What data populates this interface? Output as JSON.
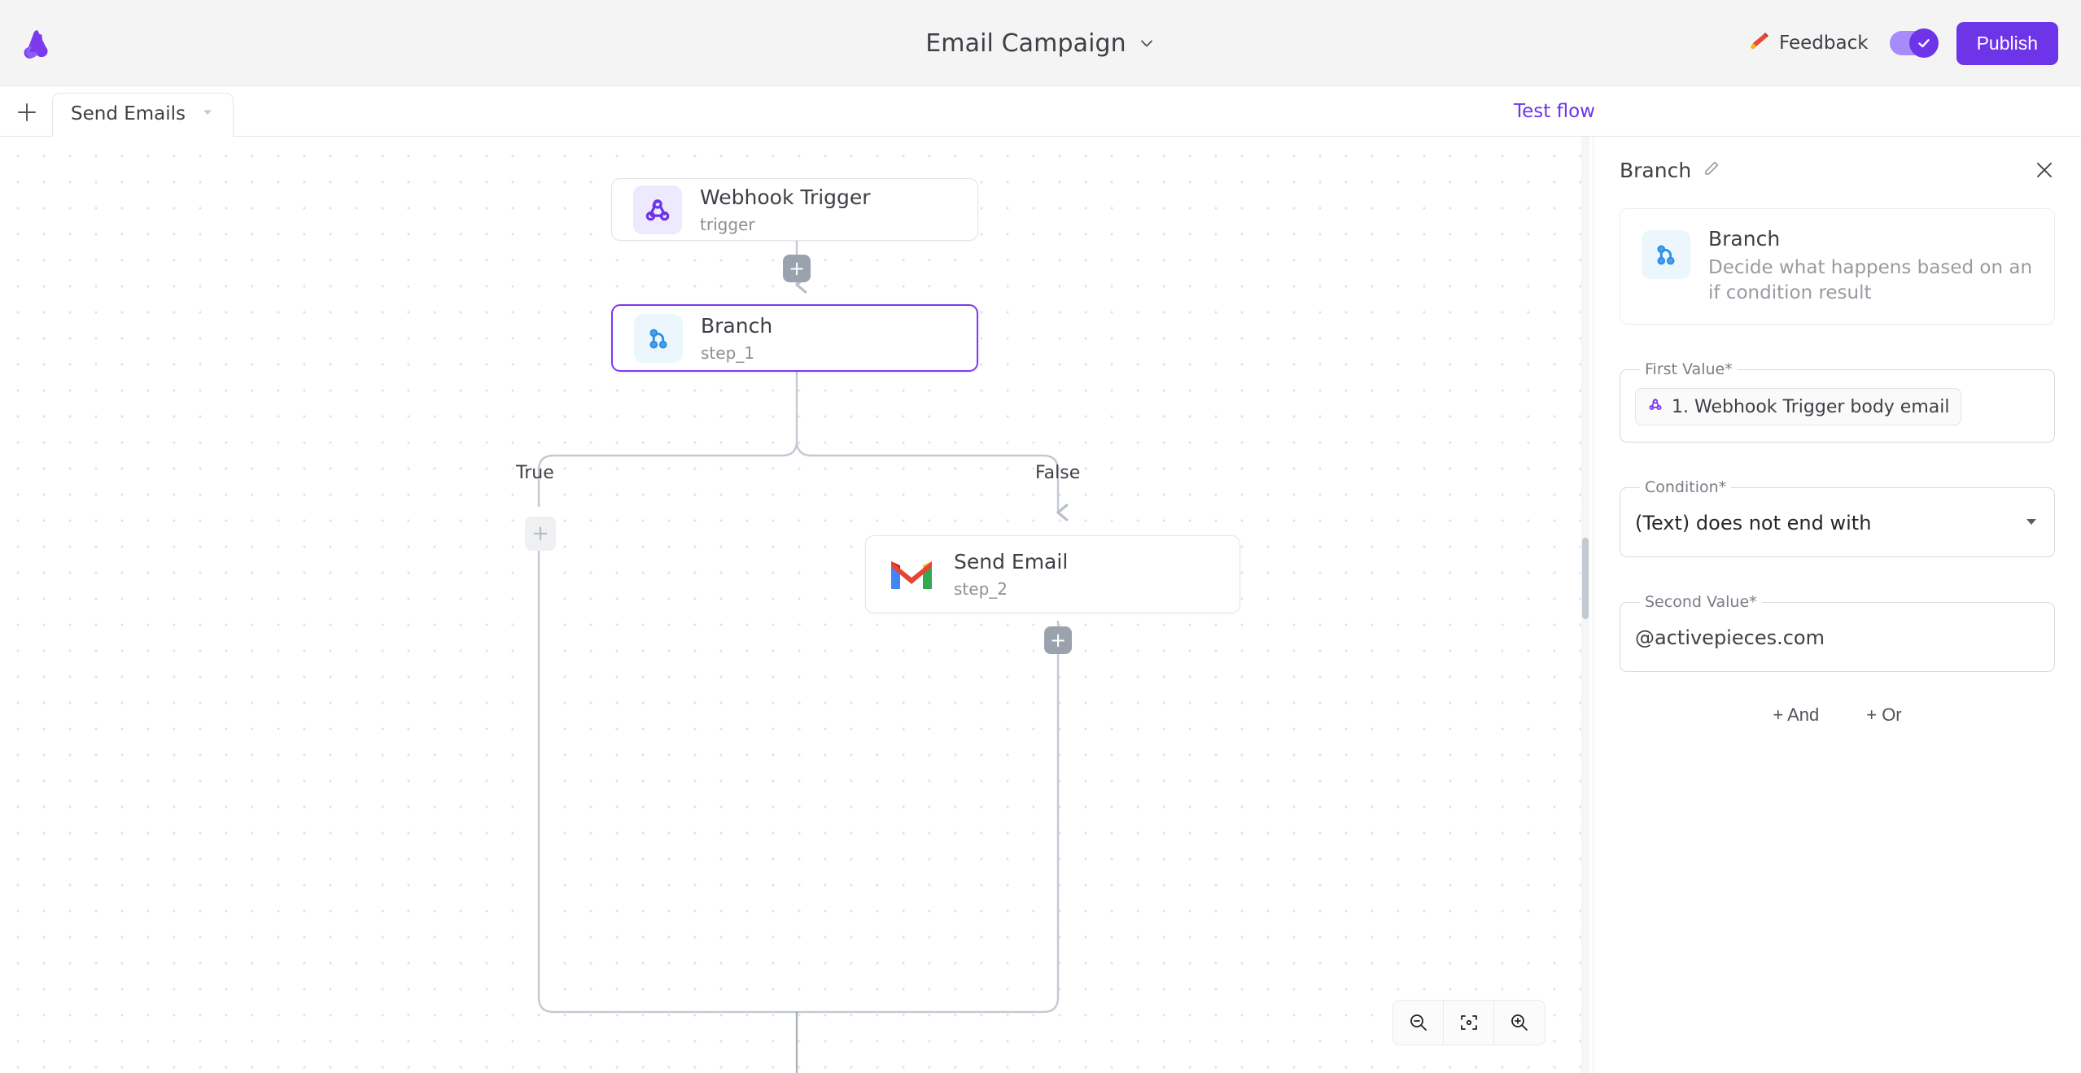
{
  "topbar": {
    "logo_icon": "activepieces-logo-icon",
    "flow_title": "Email Campaign",
    "title_caret_icon": "chevron-down-icon",
    "feedback_label": "Feedback",
    "feedback_icon": "megaphone-icon",
    "toggle_icon": "check-icon",
    "toggle_state": "on",
    "publish_label": "Publish",
    "accent_color": "#6d34e8"
  },
  "subbar": {
    "add_icon": "plus-icon",
    "tab_label": "Send Emails",
    "tab_caret_icon": "caret-down-icon",
    "test_flow_label": "Test flow"
  },
  "canvas": {
    "nodes": [
      {
        "title": "Webhook Trigger",
        "subtitle": "trigger",
        "icon": "webhook-icon"
      },
      {
        "title": "Branch",
        "subtitle": "step_1",
        "icon": "branch-icon"
      },
      {
        "title": "Send Email",
        "subtitle": "step_2",
        "icon": "gmail-icon"
      }
    ],
    "branch_labels": {
      "true": "True",
      "false": "False"
    },
    "add_step_icon": "plus-icon",
    "zoom_out_icon": "zoom-out-icon",
    "fit_view_icon": "fit-view-icon",
    "zoom_in_icon": "zoom-in-icon"
  },
  "panel": {
    "header_title": "Branch",
    "edit_icon": "pencil-icon",
    "close_icon": "close-icon",
    "piece_name": "Branch",
    "piece_description": "Decide what happens based on an if condition result",
    "piece_icon": "branch-icon",
    "first_value": {
      "label": "First Value*",
      "chip_icon": "webhook-icon",
      "chip_text": "1. Webhook Trigger body email"
    },
    "condition": {
      "label": "Condition*",
      "value": "(Text) does not end with",
      "caret_icon": "caret-down-icon"
    },
    "second_value": {
      "label": "Second Value*",
      "value": "@activepieces.com"
    },
    "and_label": "+ And",
    "or_label": "+ Or"
  }
}
